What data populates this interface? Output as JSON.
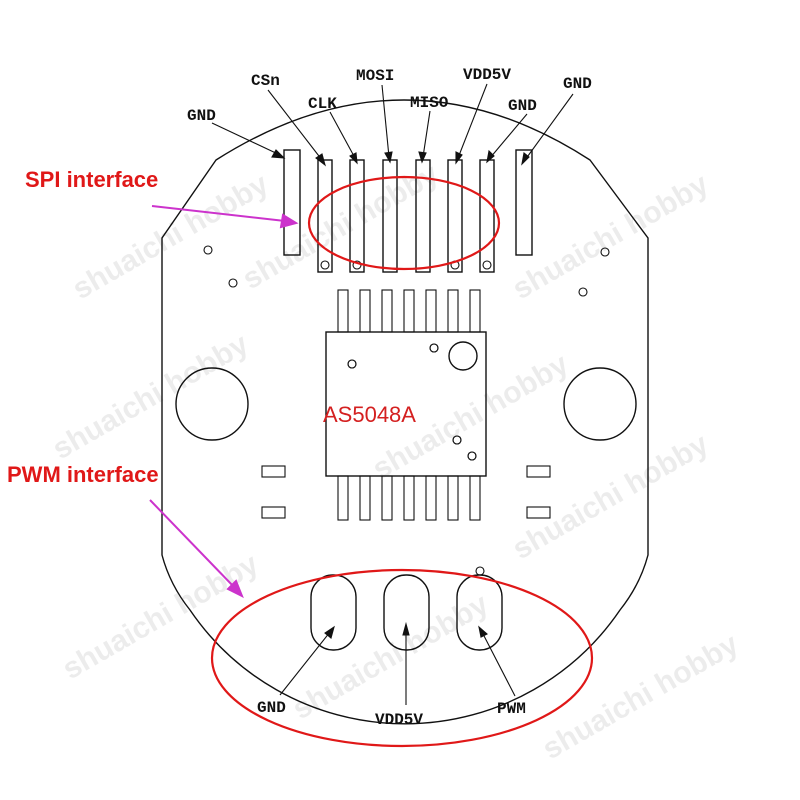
{
  "spi_callout": "SPI interface",
  "pwm_callout": "PWM interface",
  "chip_label": "AS5048A",
  "spi_pins": [
    "GND",
    "CSn",
    "CLK",
    "MOSI",
    "MISO",
    "VDD5V",
    "GND",
    "GND"
  ],
  "pwm_pins": [
    "GND",
    "VDD5V",
    "PWM"
  ],
  "watermark": "shuaichi hobby",
  "colors": {
    "highlight": "#e01818",
    "callout_arrow": "#cc33cc",
    "drawing": "#111111"
  }
}
